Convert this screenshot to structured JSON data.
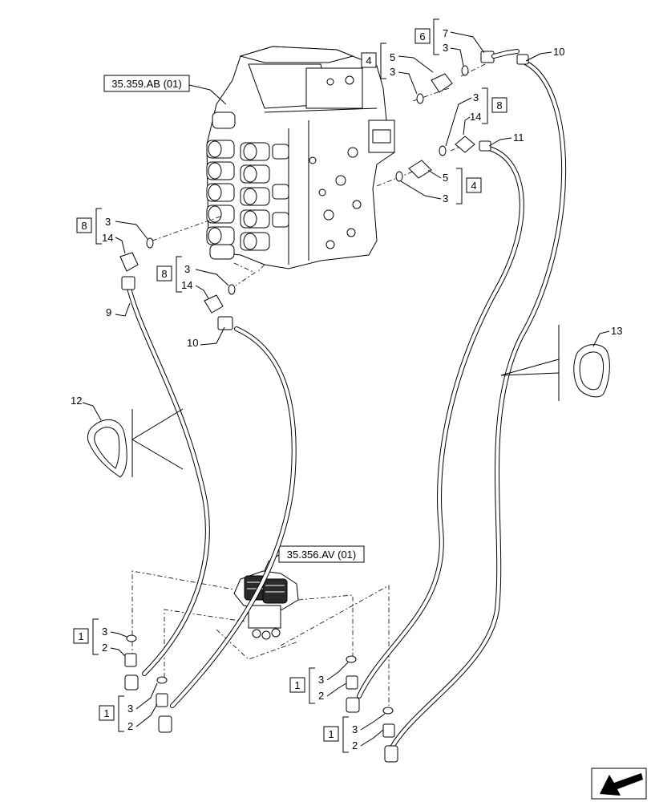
{
  "references": {
    "valve_ref": "35.359.AB (01)",
    "joystick_ref": "35.356.AV (01)"
  },
  "boxes": {
    "b6": "6",
    "b4_top": "4",
    "b8_right": "8",
    "b4_right": "4",
    "b8_left": "8",
    "b8_mid": "8",
    "b1_a": "1",
    "b1_b": "1",
    "b1_c": "1",
    "b1_d": "1"
  },
  "labels": {
    "g6_top": "7",
    "g6_bot": "3",
    "g4t_top": "5",
    "g4t_bot": "3",
    "g8r_top": "3",
    "g8r_bot": "14",
    "g4r_top": "5",
    "g4r_bot": "3",
    "g8l_top": "3",
    "g8l_bot": "14",
    "g8m_top": "3",
    "g8m_bot": "14",
    "g1a_top": "3",
    "g1a_bot": "2",
    "g1b_top": "3",
    "g1b_bot": "2",
    "g1c_top": "3",
    "g1c_bot": "2",
    "g1d_top": "3",
    "g1d_bot": "2",
    "hose_9": "9",
    "hose_10_left": "10",
    "hose_10_top": "10",
    "hose_11": "11",
    "guard_12": "12",
    "guard_13": "13"
  }
}
